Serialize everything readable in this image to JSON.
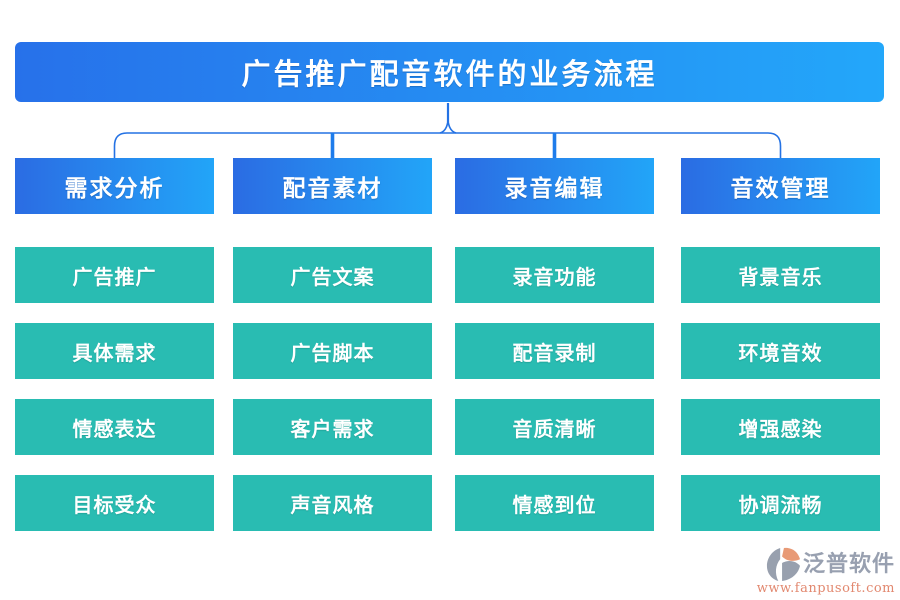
{
  "title": {
    "text": "广告推广配音软件的业务流程"
  },
  "columns": [
    {
      "header": "需求分析",
      "items": [
        "广告推广",
        "具体需求",
        "情感表达",
        "目标受众"
      ]
    },
    {
      "header": "配音素材",
      "items": [
        "广告文案",
        "广告脚本",
        "客户需求",
        "声音风格"
      ]
    },
    {
      "header": "录音编辑",
      "items": [
        "录音功能",
        "配音录制",
        "音质清晰",
        "情感到位"
      ]
    },
    {
      "header": "音效管理",
      "items": [
        "背景音乐",
        "环境音效",
        "增强感染",
        "协调流畅"
      ]
    }
  ],
  "footer": {
    "brand": "泛普软件",
    "url": "www.fanpusoft.com"
  },
  "colors": {
    "banner_gradient_left": "#2771ea",
    "banner_gradient_right": "#23a7fa",
    "header_gradient_left": "#2b6ce3",
    "header_gradient_right": "#22a5f8",
    "node_teal": "#29bcb2",
    "connector_blue": "#2472e4",
    "connector_drop_blue": "#1e7ceb",
    "brand_gray": "#98a0b0",
    "url_salmon": "#e2886f"
  }
}
